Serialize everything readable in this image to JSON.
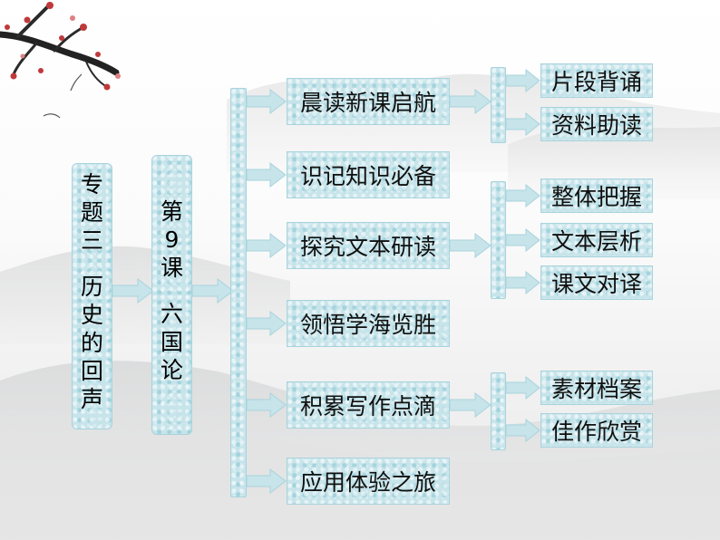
{
  "root": {
    "topic_chars": [
      "专",
      "题",
      "三"
    ],
    "subject_chars": [
      "历",
      "史",
      "的",
      "回",
      "声"
    ]
  },
  "lesson": {
    "number_chars": [
      "第",
      "9",
      "课"
    ],
    "title_chars": [
      "六",
      "国",
      "论"
    ]
  },
  "sections": [
    {
      "label": "晨读新课启航"
    },
    {
      "label": "识记知识必备"
    },
    {
      "label": "探究文本研读"
    },
    {
      "label": "领悟学海览胜"
    },
    {
      "label": "积累写作点滴"
    },
    {
      "label": "应用体验之旅"
    }
  ],
  "subsections": {
    "group1": [
      "片段背诵",
      "资料助读"
    ],
    "group3": [
      "整体把握",
      "文本层析",
      "课文对译"
    ],
    "group5": [
      "素材档案",
      "佳作欣赏"
    ]
  },
  "colors": {
    "box_fill": "#c6e4ea",
    "box_border": "#a9d3dc",
    "arrow": "#c6e4ea",
    "text": "#101010"
  },
  "icons": [
    "plum-blossom-branch-art",
    "ink-mountains-art",
    "right-arrow-icon"
  ]
}
